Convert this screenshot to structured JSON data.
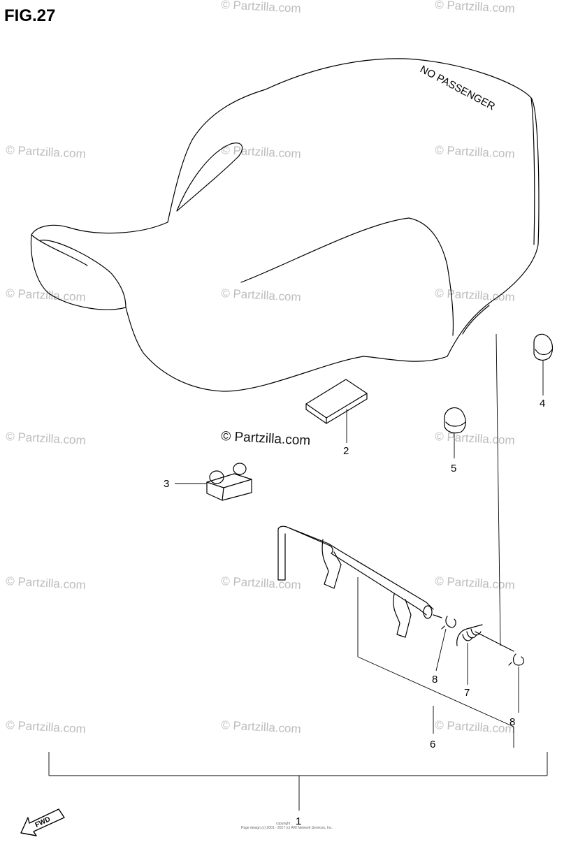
{
  "figure": {
    "title": "FIG.27",
    "seat_stamp": "NO PASSENGER",
    "fwd_label": "FWD",
    "footer_line1": "copyright",
    "footer_line2": "Page design (c) 2001 - 2017 (c) ARI Network Services, Inc."
  },
  "watermark": {
    "text": "© Partzilla.com",
    "center_text": "© Partzilla.com"
  },
  "callouts": [
    {
      "id": "1",
      "label": "1"
    },
    {
      "id": "2",
      "label": "2"
    },
    {
      "id": "3",
      "label": "3"
    },
    {
      "id": "4",
      "label": "4"
    },
    {
      "id": "5",
      "label": "5"
    },
    {
      "id": "6",
      "label": "6"
    },
    {
      "id": "7",
      "label": "7"
    },
    {
      "id": "8a",
      "label": "8"
    },
    {
      "id": "8b",
      "label": "8"
    }
  ]
}
